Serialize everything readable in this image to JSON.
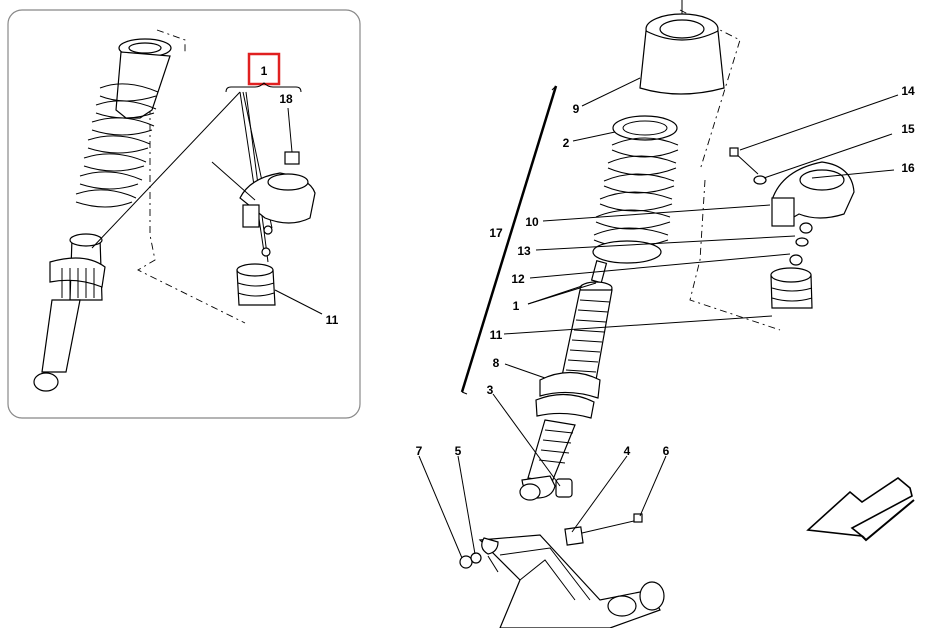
{
  "inset": {
    "labels": {
      "highlight": "1",
      "p18": "18",
      "p11": "11"
    }
  },
  "main": {
    "labels": {
      "p9": "9",
      "p2": "2",
      "p17": "17",
      "p10": "10",
      "p13": "13",
      "p12": "12",
      "p1": "1",
      "p11": "11",
      "p8": "8",
      "p3": "3",
      "p7": "7",
      "p5": "5",
      "p4": "4",
      "p6": "6",
      "p14": "14",
      "p15": "15",
      "p16": "16"
    }
  },
  "colors": {
    "highlight_box": "#e02020",
    "line": "#000000",
    "panel_border": "#888888"
  }
}
